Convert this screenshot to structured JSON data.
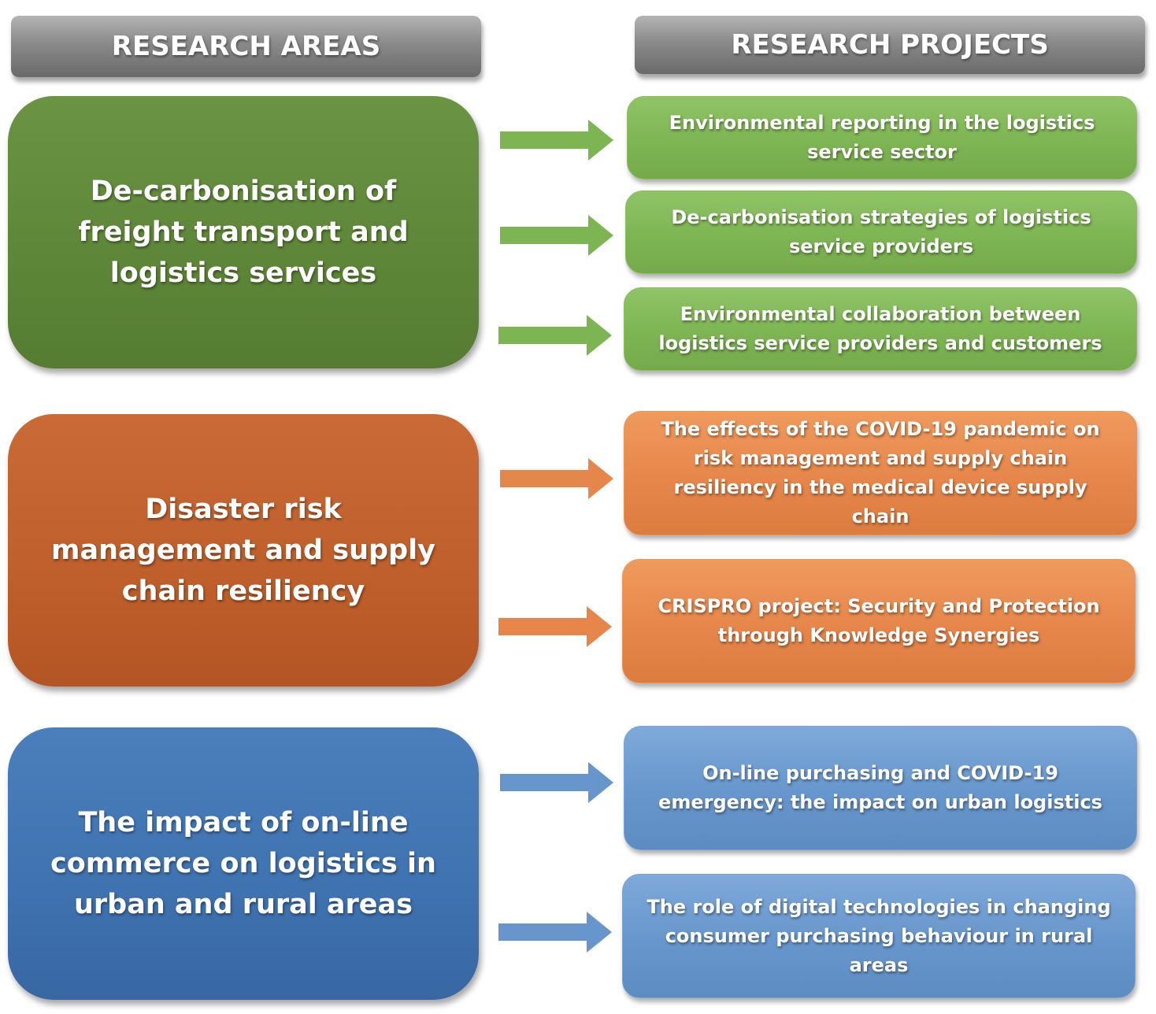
{
  "headers": {
    "areas": "RESEARCH AREAS",
    "projects": "RESEARCH PROJECTS"
  },
  "areas": [
    {
      "label": "De-carbonisation of freight transport and  logistics services",
      "color": "#5e8638"
    },
    {
      "label": "Disaster risk management and supply chain resiliency",
      "color": "#bf5f2b"
    },
    {
      "label": "The impact of on-line commerce on logistics in urban and rural areas",
      "color": "#3f72b0"
    }
  ],
  "projects": [
    {
      "label": "Environmental reporting in the logistics service sector",
      "area": 0
    },
    {
      "label": "De-carbonisation strategies of logistics service providers",
      "area": 0
    },
    {
      "label": "Environmental collaboration between logistics service providers and customers",
      "area": 0
    },
    {
      "label": "The effects of the COVID-19 pandemic on risk management and supply chain resiliency in the medical device supply chain",
      "area": 1
    },
    {
      "label": "CRISPRO project: Security and Protection through Knowledge Synergies",
      "area": 1
    },
    {
      "label": "On-line purchasing and COVID-19 emergency: the impact on urban logistics",
      "area": 2
    },
    {
      "label": "The role of digital technologies in changing consumer purchasing behaviour in rural areas",
      "area": 2
    }
  ],
  "colors": {
    "green_arrow": "#7eb553",
    "orange_arrow": "#e6864a",
    "blue_arrow": "#6796cc"
  }
}
